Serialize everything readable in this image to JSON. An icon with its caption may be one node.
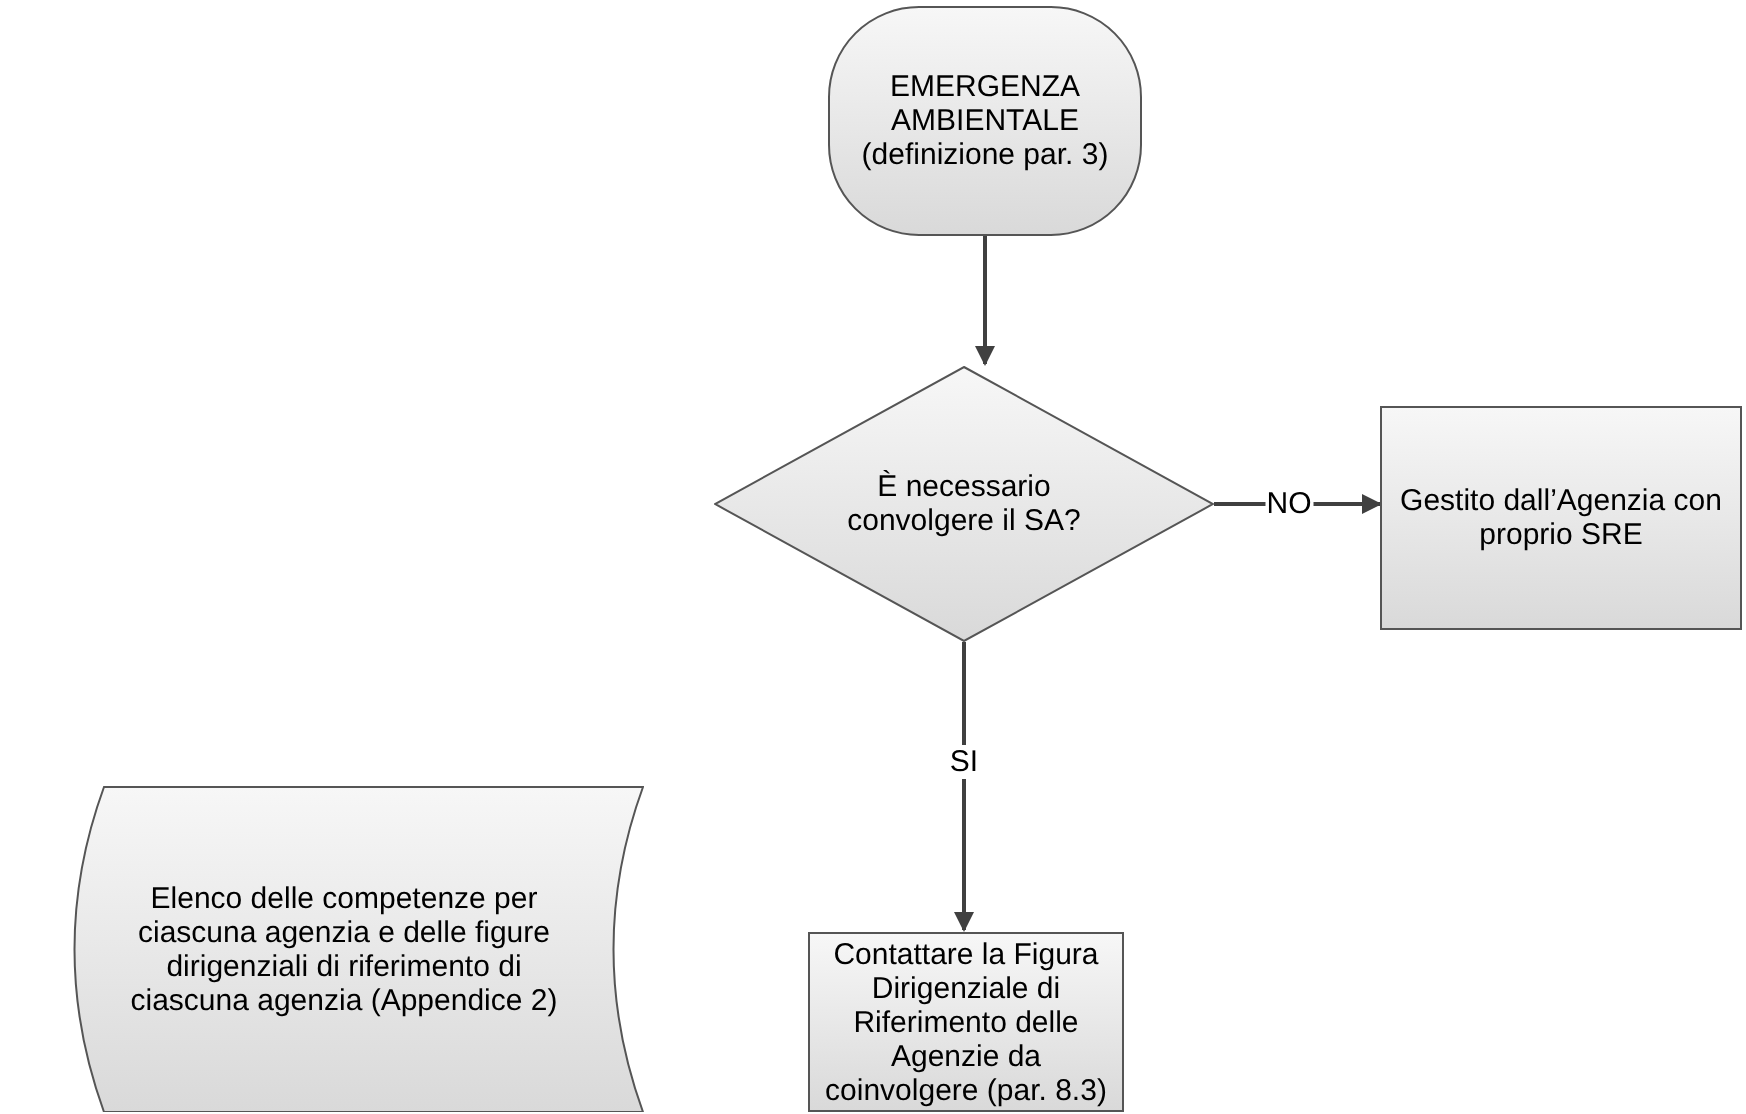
{
  "diagram": {
    "nodes": [
      {
        "text": [
          "EMERGENZA AMBIENTALE (definizione par. 3)"
        ]
      },
      {
        "text": [
          "È necessario convolgere il SA?"
        ]
      },
      {
        "text": [
          "Gestito dall’Agenzia con proprio SRE"
        ]
      },
      {
        "text": [
          "Contattare la Figura Dirigenziale di Riferimento delle Agenzie da coinvolgere (par. 8.3)"
        ]
      },
      {
        "text": [
          "Elenco delle competenze per ciascuna agenzia e delle figure dirigenziali di riferimento di ciascuna agenzia (Appendice 2)"
        ]
      }
    ],
    "edges": [
      {
        "from": 0,
        "to": 1,
        "arrow": "to"
      },
      {
        "from": 1,
        "to": 2,
        "arrow": "to",
        "label": "NO"
      },
      {
        "from": 1,
        "to": 3,
        "arrow": "to",
        "label": "SI"
      }
    ]
  }
}
